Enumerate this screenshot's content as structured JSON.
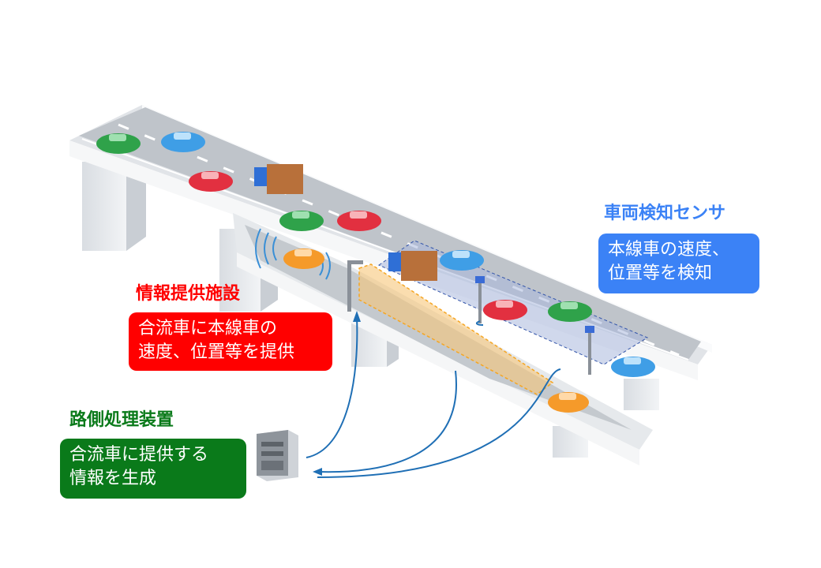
{
  "sensor": {
    "title": "車両検知センサ",
    "desc_line1": "本線車の速度、",
    "desc_line2": "位置等を検知",
    "color": "#3b82f6"
  },
  "info_facility": {
    "title": "情報提供施設",
    "desc_line1": "合流車に本線車の",
    "desc_line2": "速度、位置等を提供",
    "color": "#ff0000"
  },
  "roadside_unit": {
    "title": "路側処理装置",
    "desc_line1": "合流車に提供する",
    "desc_line2": "情報を生成",
    "color": "#0a7a1a"
  },
  "icons": [
    "server-icon",
    "sensor-pole-icon",
    "info-sign-pole-icon",
    "car-icon",
    "truck-icon"
  ]
}
